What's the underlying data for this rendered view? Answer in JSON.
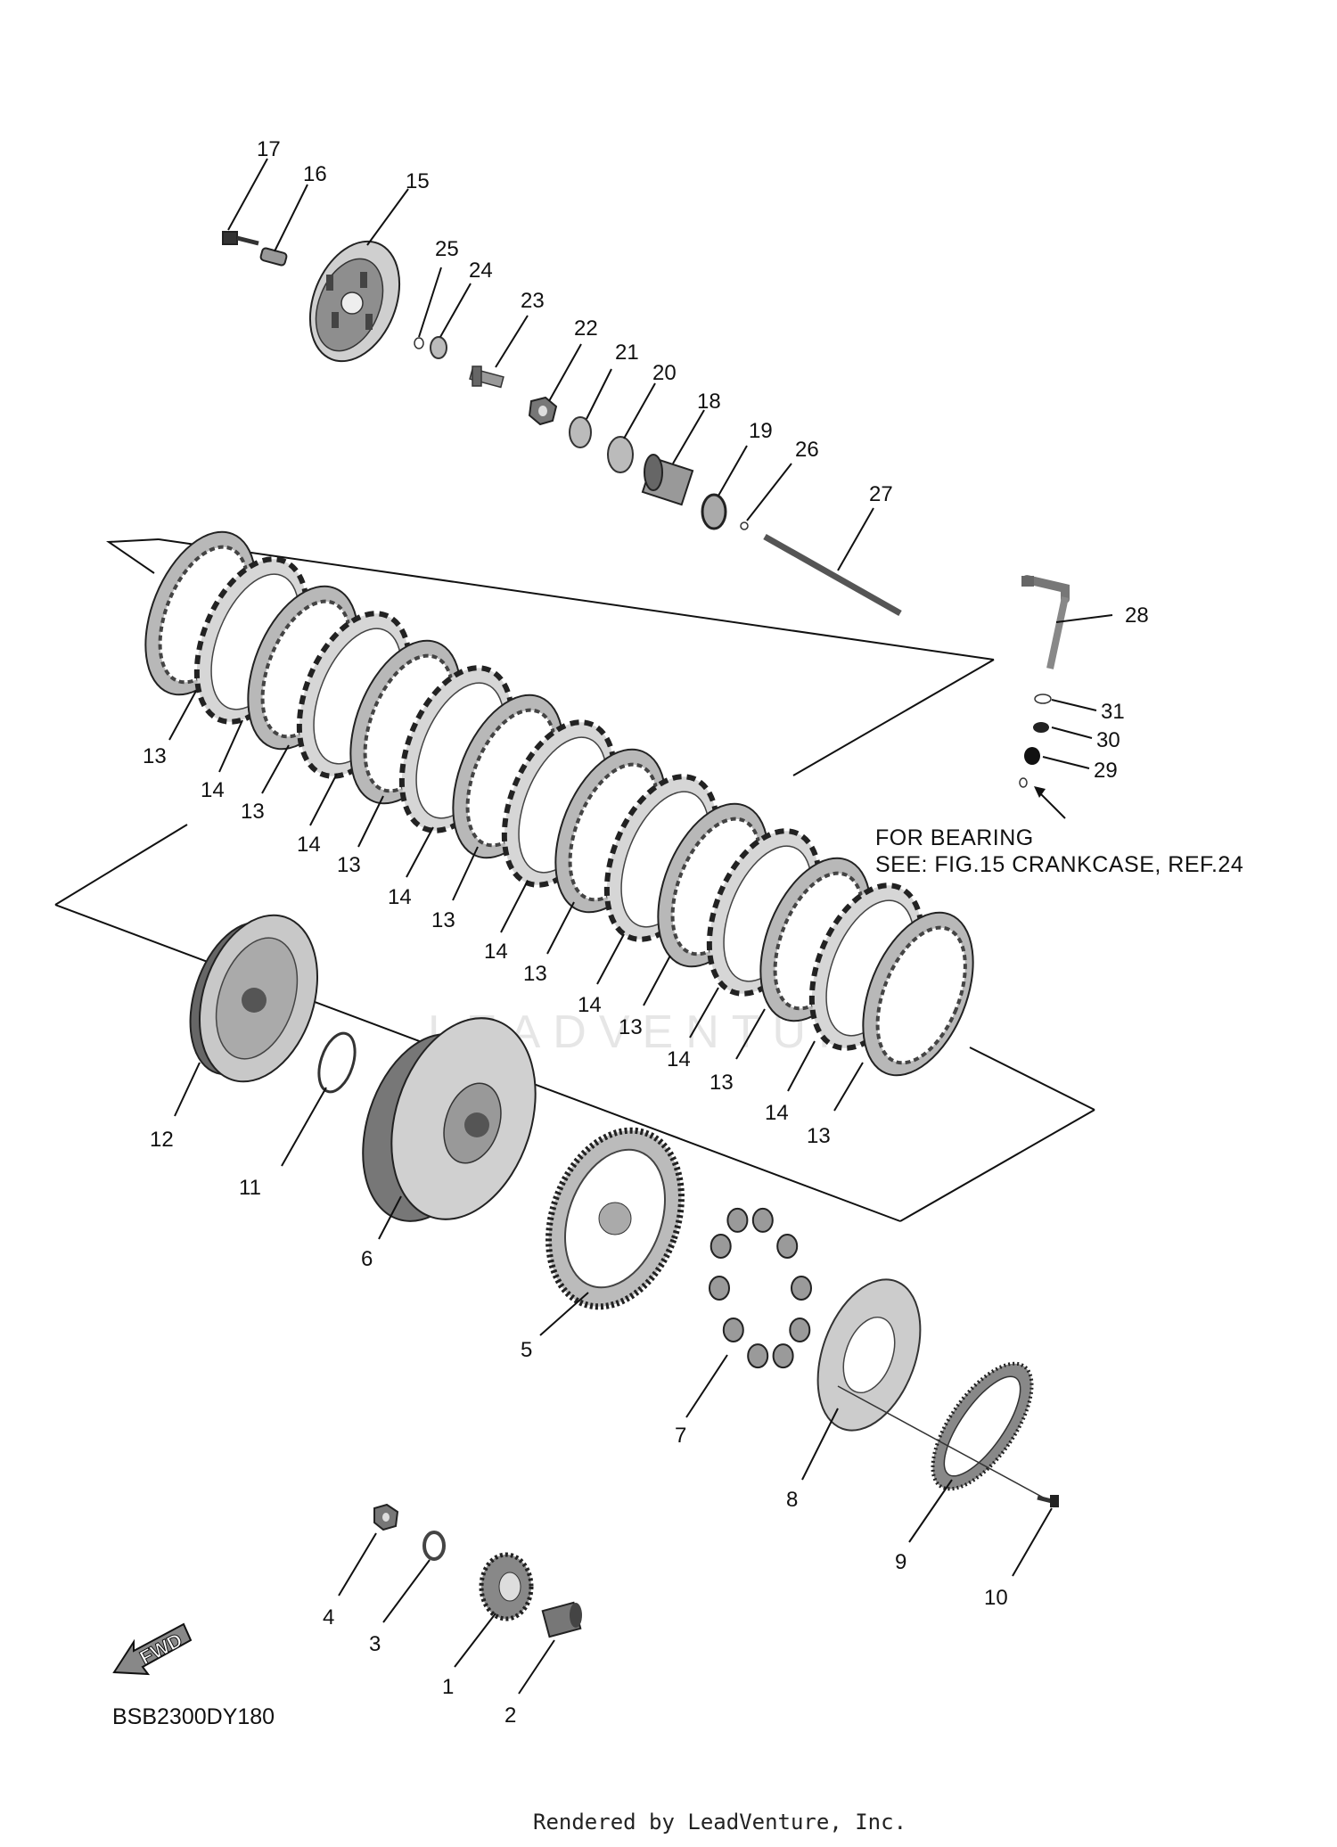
{
  "diagram": {
    "reference_code": "BSB2300DY180",
    "fwd_label": "FWD",
    "note_line1": "FOR BEARING",
    "note_line2": "SEE: FIG.15 CRANKCASE, REF.24",
    "credit": "Rendered by LeadVenture, Inc.",
    "watermark": "LEADVENTURE",
    "colors": {
      "line": "#111111",
      "part_fill": "#bdbdbd",
      "part_dark": "#555555",
      "background": "#ffffff"
    },
    "callouts": [
      {
        "id": "c17",
        "text": "17"
      },
      {
        "id": "c16",
        "text": "16"
      },
      {
        "id": "c15",
        "text": "15"
      },
      {
        "id": "c25",
        "text": "25"
      },
      {
        "id": "c24",
        "text": "24"
      },
      {
        "id": "c23",
        "text": "23"
      },
      {
        "id": "c22",
        "text": "22"
      },
      {
        "id": "c21",
        "text": "21"
      },
      {
        "id": "c20",
        "text": "20"
      },
      {
        "id": "c18",
        "text": "18"
      },
      {
        "id": "c19",
        "text": "19"
      },
      {
        "id": "c26",
        "text": "26"
      },
      {
        "id": "c27",
        "text": "27"
      },
      {
        "id": "c28",
        "text": "28"
      },
      {
        "id": "c31",
        "text": "31"
      },
      {
        "id": "c30",
        "text": "30"
      },
      {
        "id": "c29",
        "text": "29"
      },
      {
        "id": "c13a",
        "text": "13"
      },
      {
        "id": "c14a",
        "text": "14"
      },
      {
        "id": "c13b",
        "text": "13"
      },
      {
        "id": "c14b",
        "text": "14"
      },
      {
        "id": "c13c",
        "text": "13"
      },
      {
        "id": "c14c",
        "text": "14"
      },
      {
        "id": "c13d",
        "text": "13"
      },
      {
        "id": "c14d",
        "text": "14"
      },
      {
        "id": "c13e",
        "text": "13"
      },
      {
        "id": "c14e",
        "text": "14"
      },
      {
        "id": "c13f",
        "text": "13"
      },
      {
        "id": "c14f",
        "text": "14"
      },
      {
        "id": "c13g",
        "text": "13"
      },
      {
        "id": "c14g",
        "text": "14"
      },
      {
        "id": "c13h",
        "text": "13"
      },
      {
        "id": "c12",
        "text": "12"
      },
      {
        "id": "c11",
        "text": "11"
      },
      {
        "id": "c6",
        "text": "6"
      },
      {
        "id": "c5",
        "text": "5"
      },
      {
        "id": "c7",
        "text": "7"
      },
      {
        "id": "c8",
        "text": "8"
      },
      {
        "id": "c9",
        "text": "9"
      },
      {
        "id": "c10",
        "text": "10"
      },
      {
        "id": "c4",
        "text": "4"
      },
      {
        "id": "c3",
        "text": "3"
      },
      {
        "id": "c1",
        "text": "1"
      },
      {
        "id": "c2",
        "text": "2"
      }
    ]
  }
}
